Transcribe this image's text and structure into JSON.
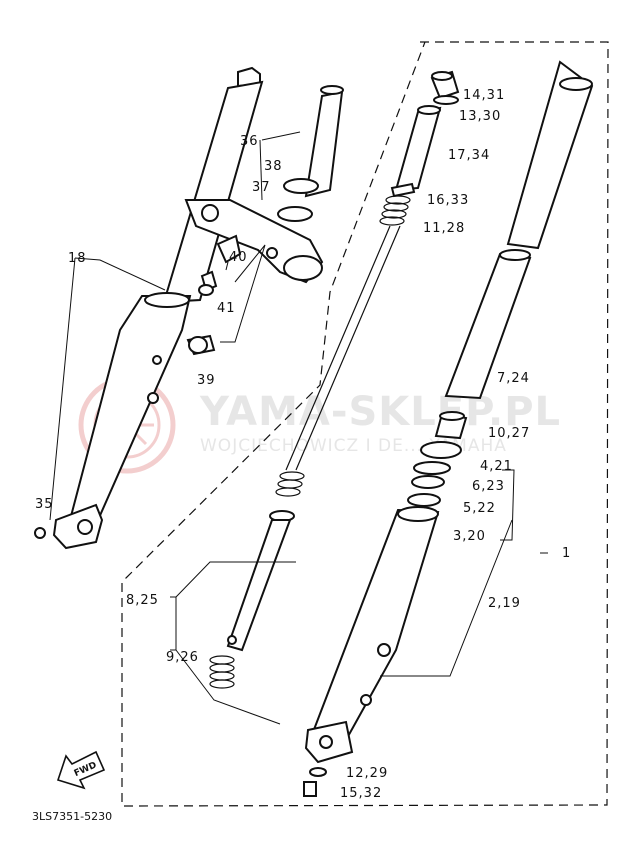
{
  "diagram": {
    "callouts": [
      {
        "id": "1",
        "text": "1"
      },
      {
        "id": "2-19",
        "text": "2,19"
      },
      {
        "id": "3-20",
        "text": "3,20"
      },
      {
        "id": "4-21",
        "text": "4,21"
      },
      {
        "id": "5-22",
        "text": "5,22"
      },
      {
        "id": "6-23",
        "text": "6,23"
      },
      {
        "id": "7-24",
        "text": "7,24"
      },
      {
        "id": "8-25",
        "text": "8,25"
      },
      {
        "id": "9-26",
        "text": "9,26"
      },
      {
        "id": "10-27",
        "text": "10,27"
      },
      {
        "id": "11-28",
        "text": "11,28"
      },
      {
        "id": "12-29",
        "text": "12,29"
      },
      {
        "id": "13-30",
        "text": "13,30"
      },
      {
        "id": "14-31",
        "text": "14,31"
      },
      {
        "id": "15-32",
        "text": "15,32"
      },
      {
        "id": "16-33",
        "text": "16,33"
      },
      {
        "id": "17-34",
        "text": "17,34"
      },
      {
        "id": "18",
        "text": "18"
      },
      {
        "id": "35",
        "text": "35"
      },
      {
        "id": "36",
        "text": "36"
      },
      {
        "id": "37",
        "text": "37"
      },
      {
        "id": "38",
        "text": "38"
      },
      {
        "id": "39",
        "text": "39"
      },
      {
        "id": "40",
        "text": "40"
      },
      {
        "id": "41",
        "text": "41"
      }
    ],
    "direction_marker": "FWD",
    "drawing_code": "3LS7351-5230"
  },
  "watermark": {
    "brand": "YAMA-SKLEP.PL",
    "tagline": "WOJCIECHOWICZ I DE... YAMAHA"
  },
  "colors": {
    "ink": "#111111",
    "watermark_logo": "#f2c9c9",
    "watermark_text": "#e6e6e6"
  }
}
